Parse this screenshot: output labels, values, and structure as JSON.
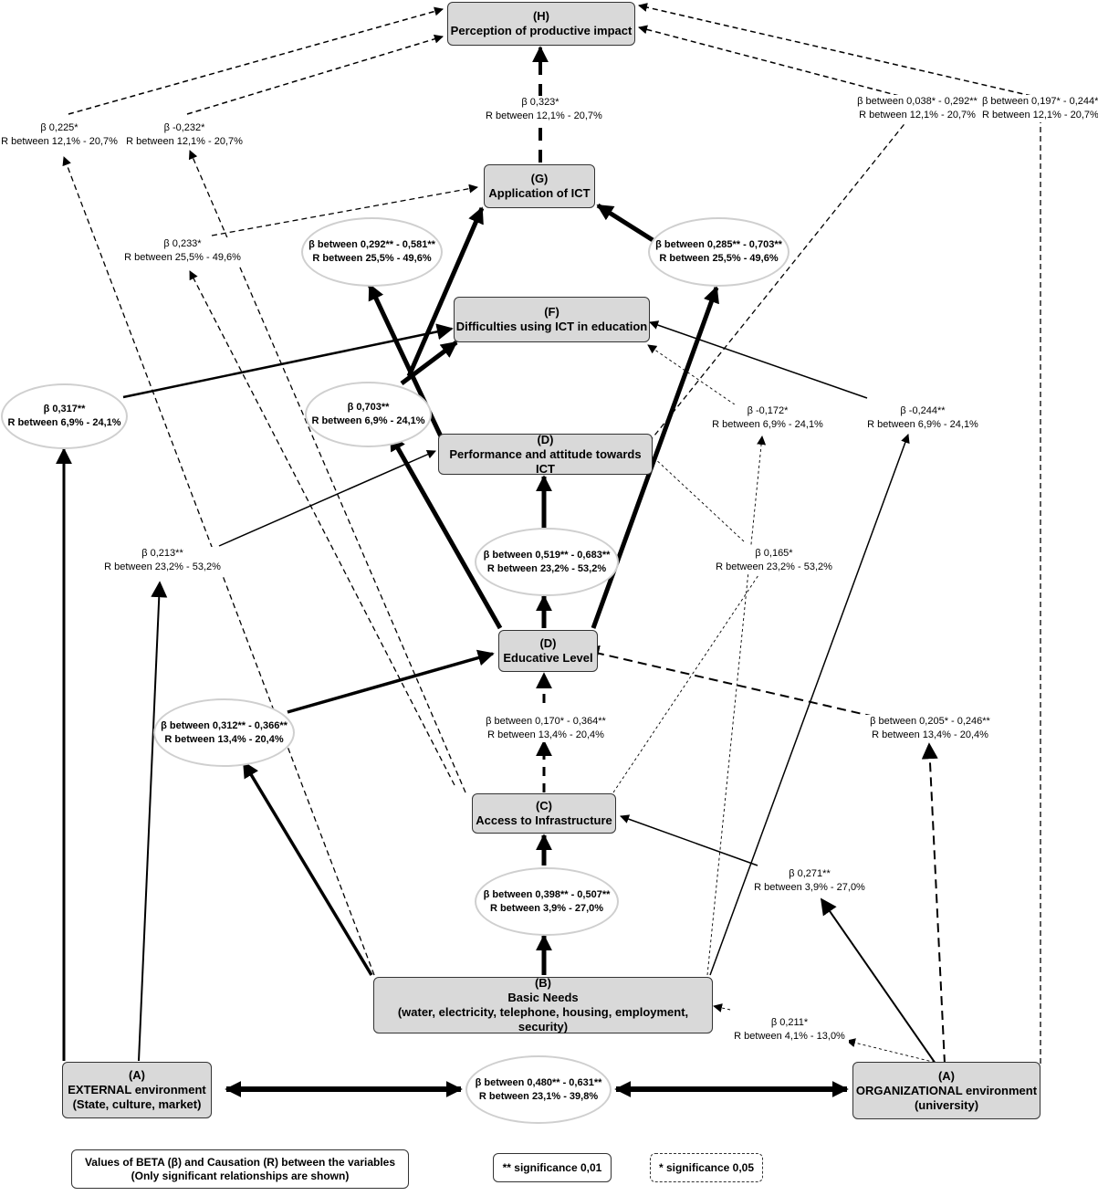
{
  "nodes": {
    "H": {
      "code": "(H)",
      "title": "Perception of productive impact"
    },
    "G": {
      "code": "(G)",
      "title": "Application of ICT"
    },
    "F": {
      "code": "(F)",
      "title": "Difficulties using ICT in education"
    },
    "D1": {
      "code": "(D)",
      "title": "Performance and attitude towards ICT"
    },
    "D2": {
      "code": "(D)",
      "title": "Educative Level"
    },
    "C": {
      "code": "(C)",
      "title": "Access to Infrastructure"
    },
    "B": {
      "code": "(B)",
      "title": "Basic Needs",
      "subtitle": "(water, electricity, telephone, housing, employment, security)"
    },
    "AE": {
      "code": "(A)",
      "title": "EXTERNAL environment",
      "subtitle": "(State, culture, market)"
    },
    "AO": {
      "code": "(A)",
      "title": "ORGANIZATIONAL environment",
      "subtitle": "(university)"
    }
  },
  "ovals": {
    "g_left": {
      "beta": "β between 0,292** - 0,581**",
      "r": "R between 25,5% - 49,6%"
    },
    "g_right": {
      "beta": "β between 0,285** - 0,703**",
      "r": "R between 25,5% - 49,6%"
    },
    "f_left": {
      "beta": "β 0,317**",
      "r": "R between 6,9% - 24,1%"
    },
    "f_mid": {
      "beta": "β 0,703**",
      "r": "R between 6,9% - 24,1%"
    },
    "perf": {
      "beta": "β between 0,519** - 0,683**",
      "r": "R between 23,2% - 53,2%"
    },
    "edu_left": {
      "beta": "β  between 0,312** - 0,366**",
      "r": "R between 13,4% - 20,4%"
    },
    "access": {
      "beta": "β between 0,398** - 0,507**",
      "r": "R between 3,9% - 27,0%"
    },
    "env": {
      "beta": "β between 0,480** - 0,631**",
      "r": "R between 23,1% - 39,8%"
    }
  },
  "labels": {
    "h_g": {
      "beta": "β 0,323*",
      "r": "R between 12,1% - 20,7%"
    },
    "h_ext": {
      "beta": "β 0,225*",
      "r": "R between 12,1% - 20,7%"
    },
    "h_c": {
      "beta": "β -0,232*",
      "r": "R between 12,1% - 20,7%"
    },
    "h_d": {
      "beta": "β between 0,038* - 0,292**",
      "r": "R between 12,1% - 20,7%"
    },
    "h_org": {
      "beta": "β between 0,197* - 0,244*",
      "r": "R between 12,1% - 20,7%"
    },
    "g_c": {
      "beta": "β 0,233*",
      "r": "R between 25,5% - 49,6%"
    },
    "f_b": {
      "beta": "β -0,172*",
      "r": "R between 6,9% - 24,1%"
    },
    "f_org": {
      "beta": "β -0,244**",
      "r": "R between 6,9% - 24,1%"
    },
    "d_ext": {
      "beta": "β 0,213**",
      "r": "R between 23,2% - 53,2%"
    },
    "d_b": {
      "beta": "β 0,165*",
      "r": "R between 23,2% - 53,2%"
    },
    "e_c": {
      "beta": "β  between 0,170* - 0,364**",
      "r": "R between 13,4% - 20,4%"
    },
    "e_org": {
      "beta": "β  between 0,205* - 0,246**",
      "r": "R between 13,4% - 20,4%"
    },
    "c_org": {
      "beta": "β 0,271**",
      "r": "R between 3,9% - 27,0%"
    },
    "b_org": {
      "beta": "β 0,211*",
      "r": "R between 4,1% - 13,0%"
    }
  },
  "legend": {
    "line1": "Values of BETA (β) and Causation (R) between the variables",
    "line2": "(Only significant relationships are shown)",
    "solid": "** significance 0,01",
    "dashed": "* significance 0,05"
  },
  "colors": {
    "node_fill": "#d9d9d9",
    "oval_border": "#cfcfcf",
    "line": "#000000"
  }
}
